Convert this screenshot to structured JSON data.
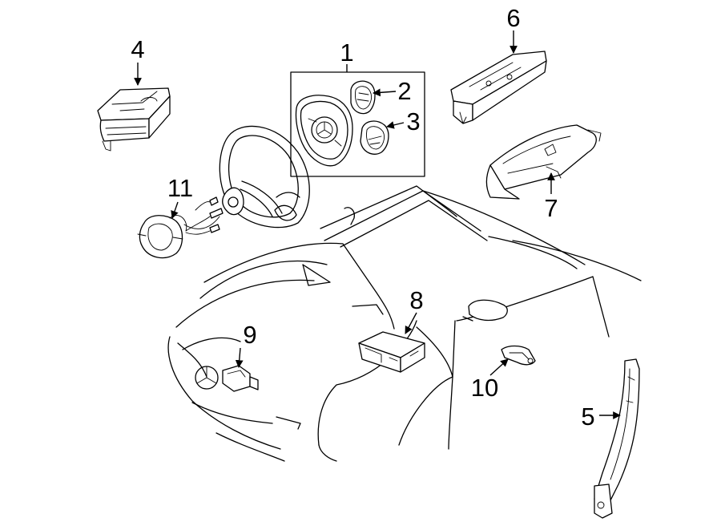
{
  "callouts": [
    {
      "id": "1",
      "label": "1"
    },
    {
      "id": "2",
      "label": "2"
    },
    {
      "id": "3",
      "label": "3"
    },
    {
      "id": "4",
      "label": "4"
    },
    {
      "id": "5",
      "label": "5"
    },
    {
      "id": "6",
      "label": "6"
    },
    {
      "id": "7",
      "label": "7"
    },
    {
      "id": "8",
      "label": "8"
    },
    {
      "id": "9",
      "label": "9"
    },
    {
      "id": "10",
      "label": "10"
    },
    {
      "id": "11",
      "label": "11"
    }
  ],
  "logo_text": ""
}
